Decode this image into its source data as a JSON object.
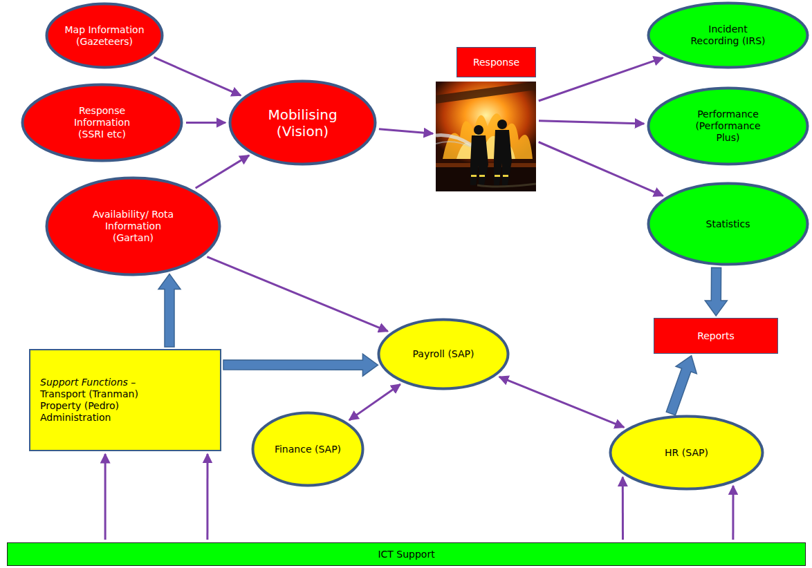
{
  "diagram": {
    "nodes": [
      {
        "text": [
          "Map Information (Gazeteers)"
        ]
      },
      {
        "text": [
          "Response"
        ]
      },
      {
        "text": [
          "Incident Recording (IRS)"
        ]
      },
      {
        "text": [
          "Response Information (SSRI etc)"
        ]
      },
      {
        "text": [
          "Mobilising (Vision)"
        ]
      },
      {
        "text": [
          "Performance (Performance Plus)"
        ]
      },
      {
        "text": [
          "Availability/ Rota Information (Gartan)"
        ]
      },
      {
        "text": [
          "Statistics"
        ]
      },
      {
        "text": [
          "Reports"
        ]
      },
      {
        "text": [
          "Payroll (SAP)"
        ]
      },
      {
        "text": [
          "Support Functions –",
          "Transport (Tranman) Property (Pedro) Administration"
        ]
      },
      {
        "text": [
          "Finance (SAP)"
        ]
      },
      {
        "text": [
          "HR (SAP)"
        ]
      },
      {
        "text": [
          "ICT Support"
        ]
      }
    ],
    "edges": [
      {
        "from": 0,
        "to": 4,
        "arrow": "to"
      },
      {
        "from": 3,
        "to": 4,
        "arrow": "to"
      },
      {
        "from": 6,
        "to": 4,
        "arrow": "to"
      },
      {
        "from": 4,
        "to": 1,
        "arrow": "to"
      },
      {
        "from": 1,
        "to": 2,
        "arrow": "to"
      },
      {
        "from": 1,
        "to": 5,
        "arrow": "to"
      },
      {
        "from": 1,
        "to": 7,
        "arrow": "to"
      },
      {
        "from": 7,
        "to": 8,
        "arrow": "to"
      },
      {
        "from": 6,
        "to": 9,
        "arrow": "to"
      },
      {
        "from": 10,
        "to": 6,
        "arrow": "to"
      },
      {
        "from": 10,
        "to": 9,
        "arrow": "to"
      },
      {
        "from": 11,
        "to": 9,
        "arrow": "both"
      },
      {
        "from": 9,
        "to": 12,
        "arrow": "both"
      },
      {
        "from": 12,
        "to": 8,
        "arrow": "to"
      },
      {
        "from": 13,
        "to": 10,
        "arrow": "to"
      },
      {
        "from": 13,
        "to": 10,
        "arrow": "to"
      },
      {
        "from": 13,
        "to": 12,
        "arrow": "to"
      },
      {
        "from": 13,
        "to": 12,
        "arrow": "to"
      }
    ]
  }
}
